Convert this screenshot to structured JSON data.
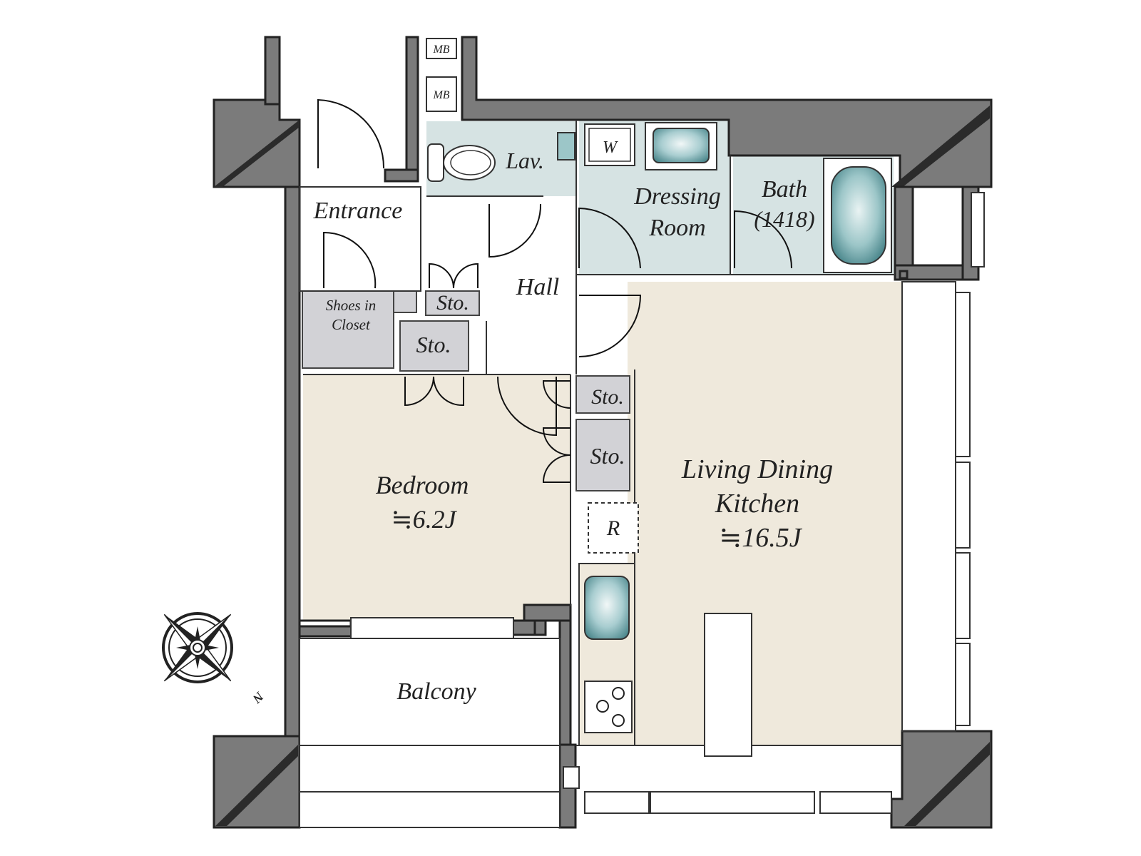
{
  "floor_plan": {
    "rooms": {
      "entrance": {
        "label": "Entrance"
      },
      "hall": {
        "label": "Hall"
      },
      "lavatory": {
        "label": "Lav."
      },
      "dressing_room": {
        "label_line1": "Dressing",
        "label_line2": "Room"
      },
      "bath": {
        "label_line1": "Bath",
        "label_line2": "(1418)"
      },
      "bedroom": {
        "label": "Bedroom",
        "area": "≒6.2J"
      },
      "living_dining_kitchen": {
        "label_line1": "Living Dining",
        "label_line2": "Kitchen",
        "area": "≒16.5J"
      },
      "balcony": {
        "label": "Balcony"
      },
      "shoes_closet": {
        "label_line1": "Shoes in",
        "label_line2": "Closet"
      }
    },
    "storage_label": "Sto.",
    "meter_box_label": "MB",
    "washer_label": "W",
    "fridge_label": "R",
    "compass_label": "N",
    "colors": {
      "wall": "#7b7b7b",
      "wet_area": "#d6e3e3",
      "living_floor": "#efe9dc",
      "storage": "#d2d2d6",
      "fixture": "#4f8a8f"
    }
  }
}
